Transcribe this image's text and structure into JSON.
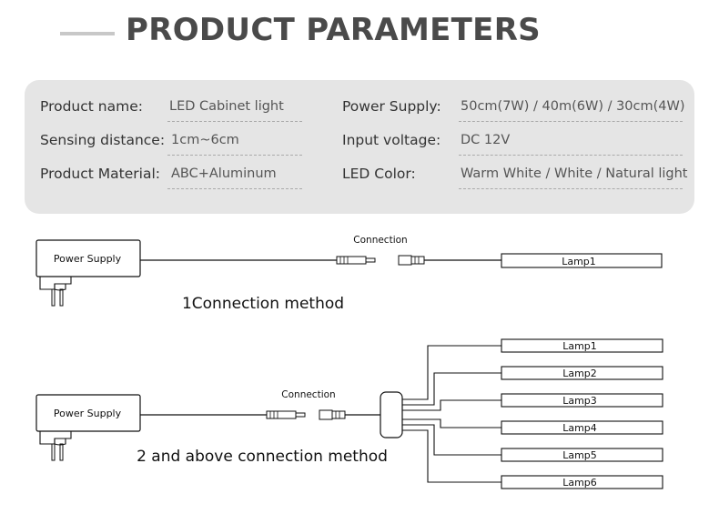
{
  "header": {
    "title": "PRODUCT PARAMETERS"
  },
  "params": {
    "product_name_label": "Product name:",
    "product_name_value": "LED Cabinet light",
    "sensing_label": "Sensing distance:",
    "sensing_value": "1cm~6cm",
    "material_label": "Product Material:",
    "material_value": "ABC+Aluminum",
    "power_label": "Power Supply:",
    "power_value": "50cm(7W) / 40m(6W) / 30cm(4W)",
    "voltage_label": "Input voltage:",
    "voltage_value": "DC 12V",
    "color_label": "LED Color:",
    "color_value": "Warm White / White / Natural light"
  },
  "diagram1": {
    "power_supply": "Power Supply",
    "connection": "Connection",
    "lamp": "Lamp1",
    "caption": "1Connection method"
  },
  "diagram2": {
    "power_supply": "Power Supply",
    "connection": "Connection",
    "lamps": [
      "Lamp1",
      "Lamp2",
      "Lamp3",
      "Lamp4",
      "Lamp5",
      "Lamp6"
    ],
    "caption": "2 and above connection method"
  }
}
